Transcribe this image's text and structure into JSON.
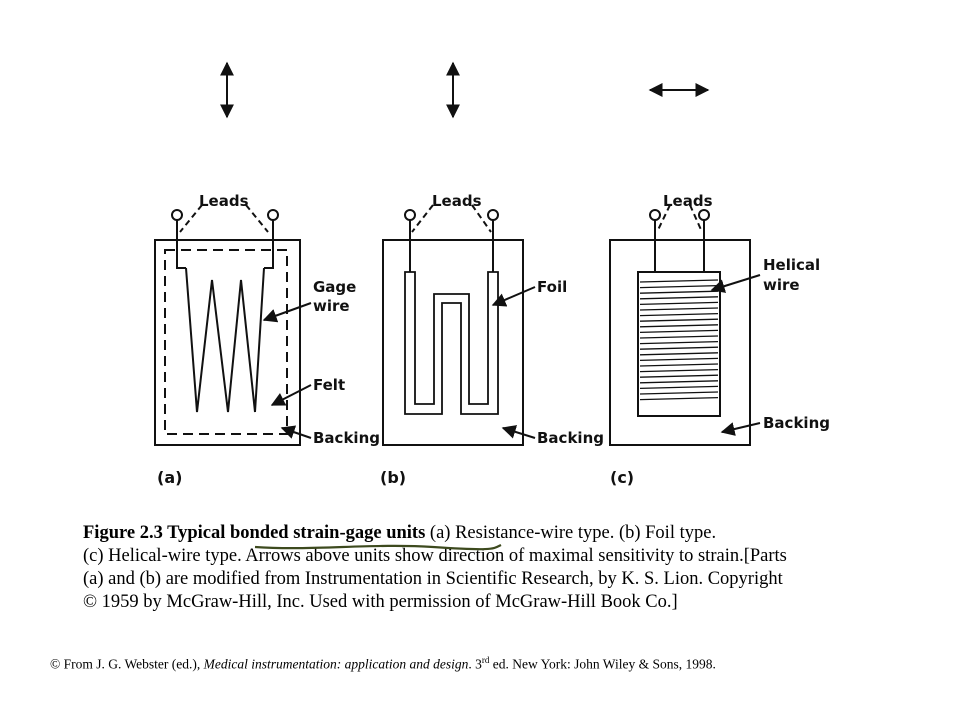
{
  "diagram": {
    "part_a": {
      "label": "(a)",
      "leads": "Leads",
      "element_line1": "Gage",
      "element_line2": "wire",
      "felt": "Felt",
      "backing": "Backing"
    },
    "part_b": {
      "label": "(b)",
      "leads": "Leads",
      "element": "Foil",
      "backing": "Backing"
    },
    "part_c": {
      "label": "(c)",
      "leads": "Leads",
      "element_line1": "Helical",
      "element_line2": "wire",
      "backing": "Backing"
    }
  },
  "caption": {
    "title": "Figure 2.3 Typical bonded strain-gage units",
    "line1_rest": " (a) Resistance-wire type. (b) Foil type.",
    "line2": "(c) Helical-wire type. Arrows above units show direction of maximal sensitivity to strain.[Parts",
    "line3": "(a) and (b) are modified from Instrumentation in Scientific Research, by K. S. Lion.  Copyright",
    "line4": "© 1959 by McGraw-Hill, Inc. Used with permission of McGraw-Hill Book Co.]"
  },
  "credit": {
    "prefix": "© From J. G. Webster (ed.), ",
    "book_title": "Medical instrumentation: application and design",
    "edition_pre": ". 3",
    "edition_sup": "rd",
    "suffix": " ed. New York: John Wiley & Sons, 1998."
  },
  "colors": {
    "ink": "#111111",
    "annotation_underline": "#3d4a1e",
    "background": "#ffffff"
  }
}
